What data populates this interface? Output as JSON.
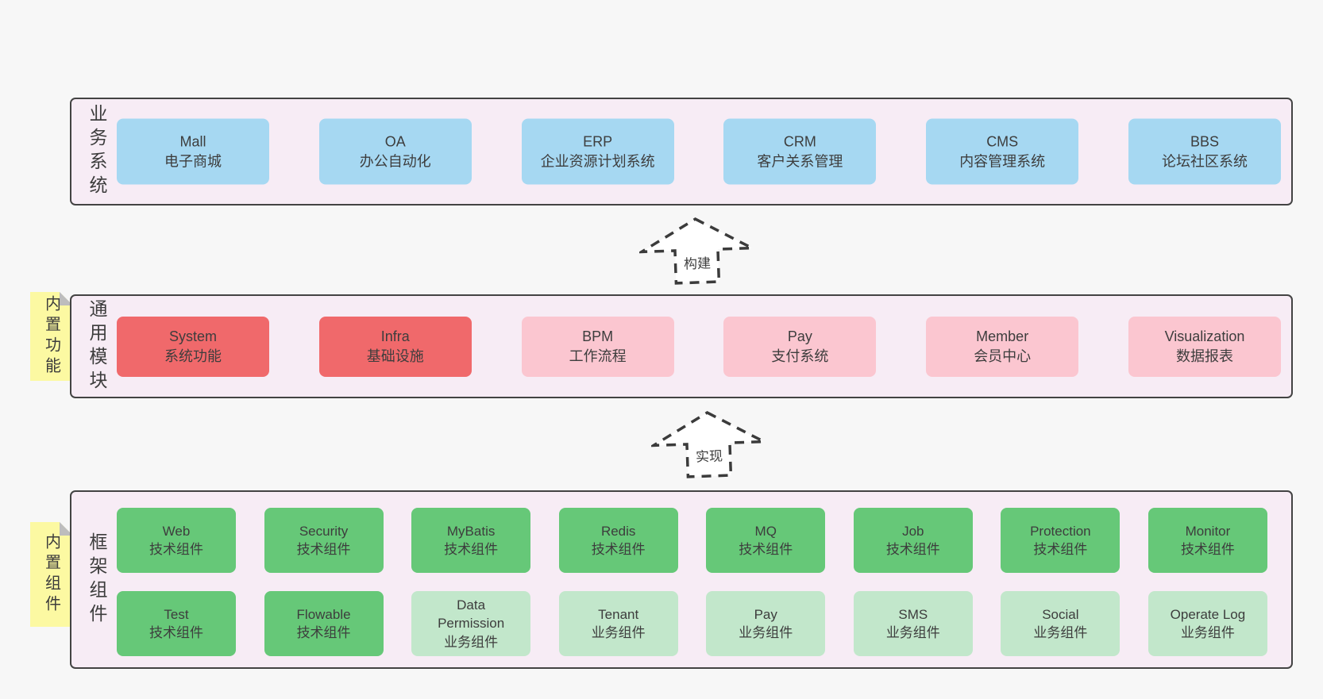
{
  "colors": {
    "page_background": "#f7f7f7",
    "band_background": "#f7ecf5",
    "band_border": "#434343",
    "blue_box": "#a6d8f2",
    "red_box": "#f0696b",
    "pink_box": "#fbc6d0",
    "green_box": "#66c878",
    "light_green_box": "#c2e7cb",
    "sticky_note": "#fcf9a2",
    "text": "#3d3d3d"
  },
  "arrows": [
    {
      "label": "构建"
    },
    {
      "label": "实现"
    }
  ],
  "bands": [
    {
      "side_label": "业务系统",
      "rows": [
        {
          "boxes": [
            {
              "title": "Mall",
              "subtitle": "电子商城",
              "variant": "blue"
            },
            {
              "title": "OA",
              "subtitle": "办公自动化",
              "variant": "blue"
            },
            {
              "title": "ERP",
              "subtitle": "企业资源计划系统",
              "variant": "blue"
            },
            {
              "title": "CRM",
              "subtitle": "客户关系管理",
              "variant": "blue"
            },
            {
              "title": "CMS",
              "subtitle": "内容管理系统",
              "variant": "blue"
            },
            {
              "title": "BBS",
              "subtitle": "论坛社区系统",
              "variant": "blue"
            }
          ]
        }
      ]
    },
    {
      "sticky_label": "内置功能",
      "side_label": "通用模块",
      "rows": [
        {
          "boxes": [
            {
              "title": "System",
              "subtitle": "系统功能",
              "variant": "red"
            },
            {
              "title": "Infra",
              "subtitle": "基础设施",
              "variant": "red"
            },
            {
              "title": "BPM",
              "subtitle": "工作流程",
              "variant": "pink"
            },
            {
              "title": "Pay",
              "subtitle": "支付系统",
              "variant": "pink"
            },
            {
              "title": "Member",
              "subtitle": "会员中心",
              "variant": "pink"
            },
            {
              "title": "Visualization",
              "subtitle": "数据报表",
              "variant": "pink"
            }
          ]
        }
      ]
    },
    {
      "sticky_label": "内置组件",
      "side_label": "框架组件",
      "rows": [
        {
          "boxes": [
            {
              "title": "Web",
              "subtitle": "技术组件",
              "variant": "green"
            },
            {
              "title": "Security",
              "subtitle": "技术组件",
              "variant": "green"
            },
            {
              "title": "MyBatis",
              "subtitle": "技术组件",
              "variant": "green"
            },
            {
              "title": "Redis",
              "subtitle": "技术组件",
              "variant": "green"
            },
            {
              "title": "MQ",
              "subtitle": "技术组件",
              "variant": "green"
            },
            {
              "title": "Job",
              "subtitle": "技术组件",
              "variant": "green"
            },
            {
              "title": "Protection",
              "subtitle": "技术组件",
              "variant": "green"
            },
            {
              "title": "Monitor",
              "subtitle": "技术组件",
              "variant": "green"
            }
          ]
        },
        {
          "boxes": [
            {
              "title": "Test",
              "subtitle": "技术组件",
              "variant": "green"
            },
            {
              "title": "Flowable",
              "subtitle": "技术组件",
              "variant": "green"
            },
            {
              "title": "Data Permission",
              "subtitle": "业务组件",
              "variant": "lightgreen"
            },
            {
              "title": "Tenant",
              "subtitle": "业务组件",
              "variant": "lightgreen"
            },
            {
              "title": "Pay",
              "subtitle": "业务组件",
              "variant": "lightgreen"
            },
            {
              "title": "SMS",
              "subtitle": "业务组件",
              "variant": "lightgreen"
            },
            {
              "title": "Social",
              "subtitle": "业务组件",
              "variant": "lightgreen"
            },
            {
              "title": "Operate Log",
              "subtitle": "业务组件",
              "variant": "lightgreen"
            }
          ]
        }
      ]
    }
  ]
}
